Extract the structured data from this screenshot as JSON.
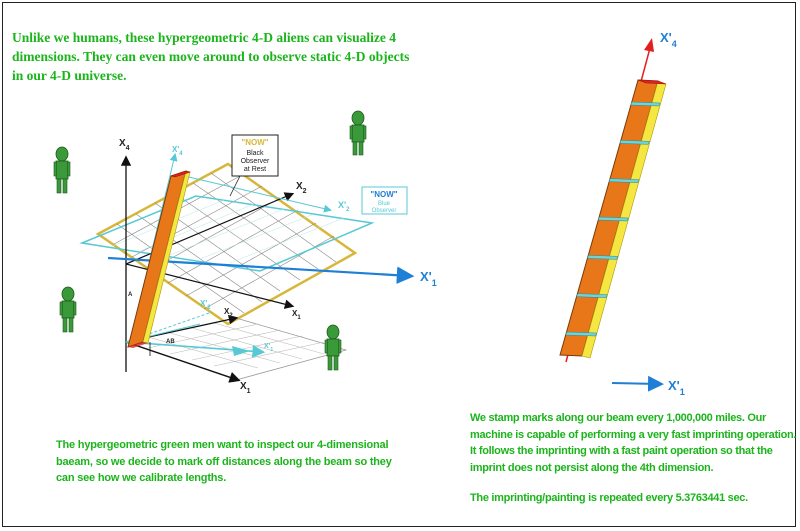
{
  "captions": {
    "intro": "Unlike we humans, these hypergeometric 4-D aliens can visualize 4 dimensions. They can even move around to observe static 4-D objects in our 4-D universe.",
    "left": "The hypergeometric green men want to inspect our 4-dimensional baeam, so we decide to mark off distances along the beam so they can see how we calibrate lengths.",
    "right": "We stamp marks along our beam every 1,000,000 miles. Our machine is capable of performing a very fast imprinting operation. It follows the imprinting with a fast paint  operation so that the imprint does not persist along the 4th dimension.",
    "right2": "The imprinting/painting is  repeated  every 5.3763441 sec."
  },
  "left_diagram": {
    "axes": {
      "x4": "X",
      "x4_sub": "4",
      "x4p": "X'",
      "x4p_sub": "4",
      "x2": "X",
      "x2_sub": "2",
      "x2p": "X'",
      "x2p_sub": "2",
      "x1p": "X'",
      "x1p_sub": "1",
      "x1": "X",
      "x1_sub": "1",
      "small_x2p": "X'",
      "small_x2p_sub": "2",
      "small_x2": "X",
      "small_x2_sub": "2",
      "small_x1": "X",
      "small_x1_sub": "1",
      "small_x1p": "X'",
      "small_x1p_sub": "1",
      "mark_a": "A",
      "mark_ab": "AB"
    },
    "now_black": {
      "now": "\"NOW\"",
      "line1": "Black",
      "line2": "Observer",
      "line3": "at Rest"
    },
    "now_blue": {
      "now": "\"NOW\"",
      "line1": "Blue",
      "line2": "Observer"
    }
  },
  "right_diagram": {
    "axes": {
      "x4p": "X'",
      "x4p_sub": "4",
      "x1p": "X'",
      "x1p_sub": "1"
    },
    "mark_count": 7
  },
  "colors": {
    "caption": "#1bb51b",
    "beam_orange": "#e8771a",
    "beam_yellow": "#f5e642",
    "blue_axis": "#1e7fd6",
    "gold_plane": "#d8b63a",
    "cyan_plane": "#57c9d4",
    "alien_green": "#3a9a3a",
    "stamp_cyan": "#6fd3d8",
    "red_top": "#e02020"
  }
}
